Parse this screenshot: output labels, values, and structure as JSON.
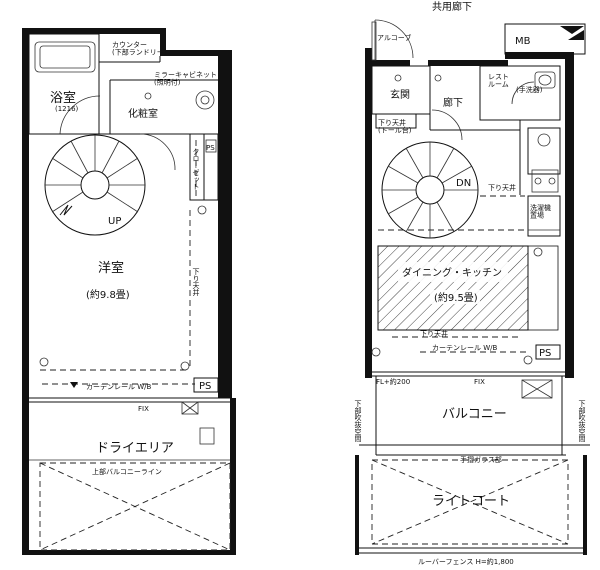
{
  "left_unit": {
    "bath": "浴室",
    "bath_size": "(1216)",
    "counter": "カウンター\n(下部ランドリー)",
    "mirror_cabinet": "ミラーキャビネット\n(照明付)",
    "powder_room": "化粧室",
    "closet": "クローゼット",
    "ps_top": "PS",
    "up": "UP",
    "western_room": "洋室",
    "western_room_size": "(約9.8畳)",
    "ceiling_drop": "下り天井",
    "curtain_rail": "カーテンレール W/B",
    "ps_bottom": "PS",
    "fix": "FIX",
    "dry_area": "ドライエリア",
    "balcony_line": "上部バルコニーライン"
  },
  "right_unit": {
    "common_corridor": "共用廊下",
    "alcove": "アルコーブ",
    "mb": "MB",
    "entrance": "玄関",
    "hallway": "廊下",
    "restroom": "レスト\nルーム",
    "restroom_note": "(手洗器)",
    "ceiling_drop_small": "下り天井\n(トール台)",
    "dn": "DN",
    "ceiling_drop_2": "下り天井",
    "washer": "洗濯機\n置場",
    "dining_kitchen": "ダイニング・キッチン",
    "dk_size": "(約9.5畳)",
    "ceiling_drop_3": "下り天井",
    "curtain_rail": "カーテンレール W/B",
    "ps": "PS",
    "fl_note": "FL+約200",
    "fix": "FIX",
    "balcony": "バルコニー",
    "glass_handrail": "手摺ガラス部",
    "lower_ceiling_left": "下部吹抜空間",
    "lower_ceiling_right": "下部吹抜空間",
    "light_court": "ライトコート",
    "louver_fence": "ルーバーフェンス H=約1,800"
  }
}
